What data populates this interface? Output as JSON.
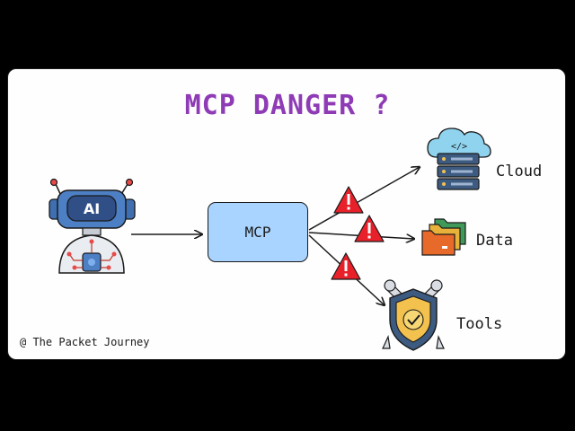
{
  "title": "MCP DANGER ?",
  "center_node": {
    "label": "MCP",
    "color": "#a9d4ff"
  },
  "targets": [
    {
      "label": "Cloud",
      "icon": "cloud-server-icon"
    },
    {
      "label": "Data",
      "icon": "folders-icon"
    },
    {
      "label": "Tools",
      "icon": "shield-wrench-icon"
    }
  ],
  "source": {
    "icon_text": "AI",
    "icon": "robot-icon"
  },
  "warning_icon": "warning-triangle-icon",
  "credit": "@ The Packet Journey",
  "colors": {
    "title": "#8e3bb5",
    "warning": "#e8202a",
    "mcp_box": "#a9d4ff",
    "background": "#fefefe"
  }
}
